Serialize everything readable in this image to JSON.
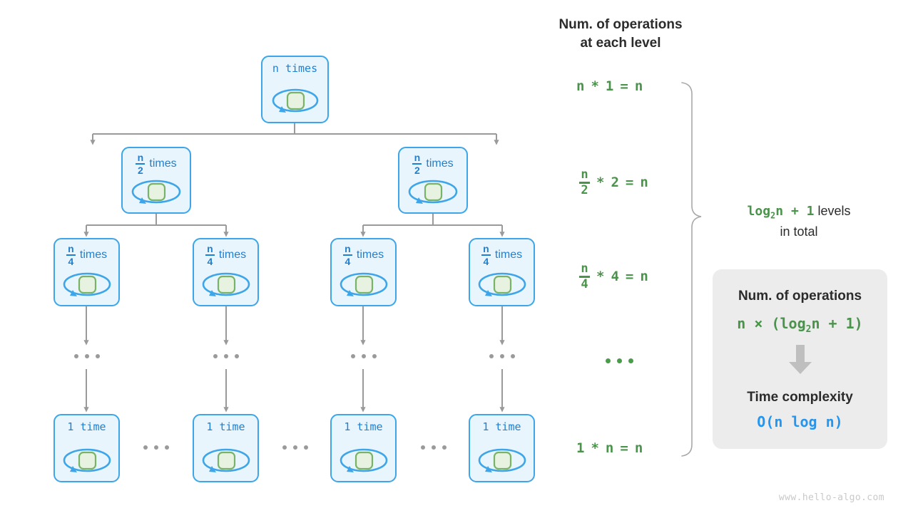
{
  "diagram": {
    "title_right": "Num. of operations\nat each level",
    "watermark": "www.hello-algo.com",
    "levels_caption": {
      "mono": "log",
      "sub": "2",
      "mono_tail": "n + 1",
      "text": " levels",
      "line2": "in total"
    },
    "colors": {
      "node_fill": "#e9f5fd",
      "node_border": "#3da5e8",
      "node_text": "#1f7fd0",
      "loop_arrow": "#3da5e8",
      "inner_square_fill": "#e8f2e0",
      "inner_square_border": "#79b367",
      "connector": "#9a9a9a",
      "green": "#4a934a",
      "blue": "#2196f3",
      "card_bg": "#ececec",
      "dark_text": "#2b2b2b",
      "watermark": "#c9c9c9"
    },
    "levels": [
      {
        "id": "level-1",
        "nodes": [
          {
            "label": "n times",
            "kind": "plain"
          }
        ],
        "formula": {
          "parts": [
            "n",
            "*",
            "1",
            "=",
            "n"
          ],
          "frac": null
        }
      },
      {
        "id": "level-2",
        "nodes": [
          {
            "label": "times",
            "kind": "frac",
            "num": "n",
            "den": "2"
          },
          {
            "label": "times",
            "kind": "frac",
            "num": "n",
            "den": "2"
          }
        ],
        "formula": {
          "parts": [
            "*",
            "2",
            "=",
            "n"
          ],
          "frac": {
            "num": "n",
            "den": "2"
          }
        }
      },
      {
        "id": "level-3",
        "nodes": [
          {
            "label": "times",
            "kind": "frac",
            "num": "n",
            "den": "4"
          },
          {
            "label": "times",
            "kind": "frac",
            "num": "n",
            "den": "4"
          },
          {
            "label": "times",
            "kind": "frac",
            "num": "n",
            "den": "4"
          },
          {
            "label": "times",
            "kind": "frac",
            "num": "n",
            "den": "4"
          }
        ],
        "formula": {
          "parts": [
            "*",
            "4",
            "=",
            "n"
          ],
          "frac": {
            "num": "n",
            "den": "4"
          }
        }
      },
      {
        "id": "level-ellipsis",
        "nodes": [],
        "formula": {
          "parts": [],
          "frac": null,
          "ellipsis": true
        }
      },
      {
        "id": "level-last",
        "nodes": [
          {
            "label": "1 time",
            "kind": "plain"
          },
          {
            "label": "1 time",
            "kind": "plain"
          },
          {
            "label": "1 time",
            "kind": "plain"
          },
          {
            "label": "1 time",
            "kind": "plain"
          }
        ],
        "formula": {
          "parts": [
            "1",
            "*",
            "n",
            "=",
            "n"
          ],
          "frac": null
        }
      }
    ],
    "summary_card": {
      "heading_ops": "Num. of operations",
      "ops_expr_pre": "n × (log",
      "ops_expr_sub": "2",
      "ops_expr_post": "n + 1)",
      "heading_time": "Time complexity",
      "time_expr": "O(n log n)"
    }
  }
}
